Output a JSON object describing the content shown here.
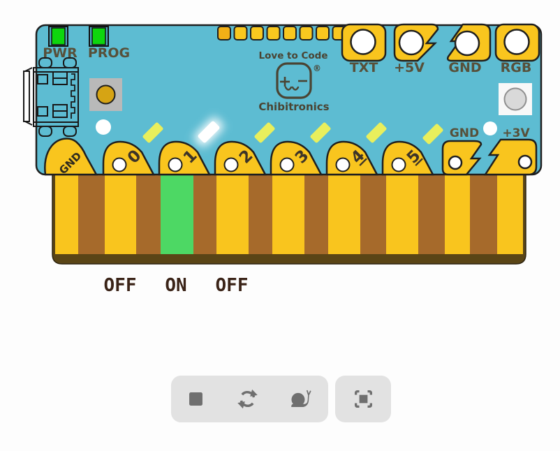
{
  "colors": {
    "board_teal": "#5dbcd2",
    "pad_gold": "#f9c51e",
    "pad_gold_dark": "#f2b016",
    "tooth_brown": "#a66a2b",
    "tooth_base_dark": "#5a4516",
    "tooth_on_green": "#4dd864",
    "led_off_yellow": "#e9ef5c",
    "led_on_white": "#ffffff",
    "status_led_green": "#0ed60e",
    "silkscreen_label": "#57503a",
    "state_text": "#3a2317",
    "toolbar_bg": "#e2e2e2",
    "toolbar_icon": "#6f6f6f"
  },
  "board": {
    "status_leds": [
      {
        "label": "PWR"
      },
      {
        "label": "PROG"
      }
    ],
    "logo": {
      "tagline": "Love to Code",
      "registered": "®",
      "brand": "Chibitronics"
    },
    "top_pads": [
      {
        "label": "TXT"
      },
      {
        "label": "+5V"
      },
      {
        "label": "GND"
      },
      {
        "label": "RGB"
      }
    ],
    "bottom_pads": {
      "gnd_left": "GND",
      "pins": [
        {
          "label": "0",
          "led": "off"
        },
        {
          "label": "1",
          "led": "on"
        },
        {
          "label": "2",
          "led": "off"
        },
        {
          "label": "3",
          "led": "off"
        },
        {
          "label": "4",
          "led": "off",
          "underlined": true
        },
        {
          "label": "5",
          "led": "off",
          "underlined": true
        }
      ],
      "gnd_right": "GND",
      "plus_3v": "+3V"
    }
  },
  "pin_state_labels": [
    {
      "pin": "0",
      "state": "OFF"
    },
    {
      "pin": "1",
      "state": "ON"
    },
    {
      "pin": "2",
      "state": "OFF"
    }
  ],
  "toolbar": {
    "buttons": [
      {
        "name": "stop"
      },
      {
        "name": "restart"
      },
      {
        "name": "slow-mode"
      }
    ],
    "fullscreen_button": {
      "name": "fullscreen"
    }
  }
}
